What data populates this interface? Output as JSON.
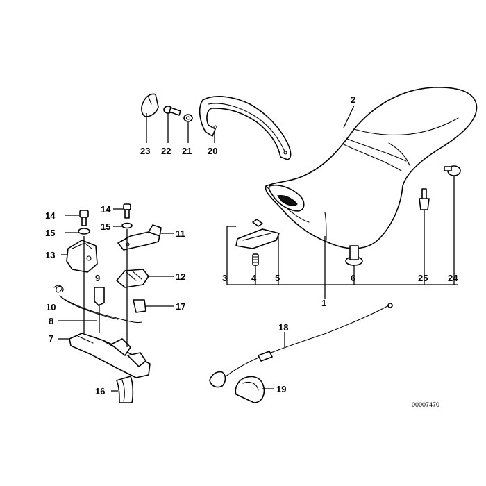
{
  "diagram": {
    "reference_code": "00007470",
    "callouts": {
      "c1": "1",
      "c2": "2",
      "c3": "3",
      "c4": "4",
      "c5": "5",
      "c6": "6",
      "c7": "7",
      "c8": "8",
      "c9": "9",
      "c10": "10",
      "c11": "11",
      "c12": "12",
      "c13": "13",
      "c14a": "14",
      "c14b": "14",
      "c15a": "15",
      "c15b": "15",
      "c16": "16",
      "c17": "17",
      "c18": "18",
      "c19": "19",
      "c20": "20",
      "c21": "21",
      "c22": "22",
      "c23": "23",
      "c24": "24",
      "c25": "25"
    }
  }
}
